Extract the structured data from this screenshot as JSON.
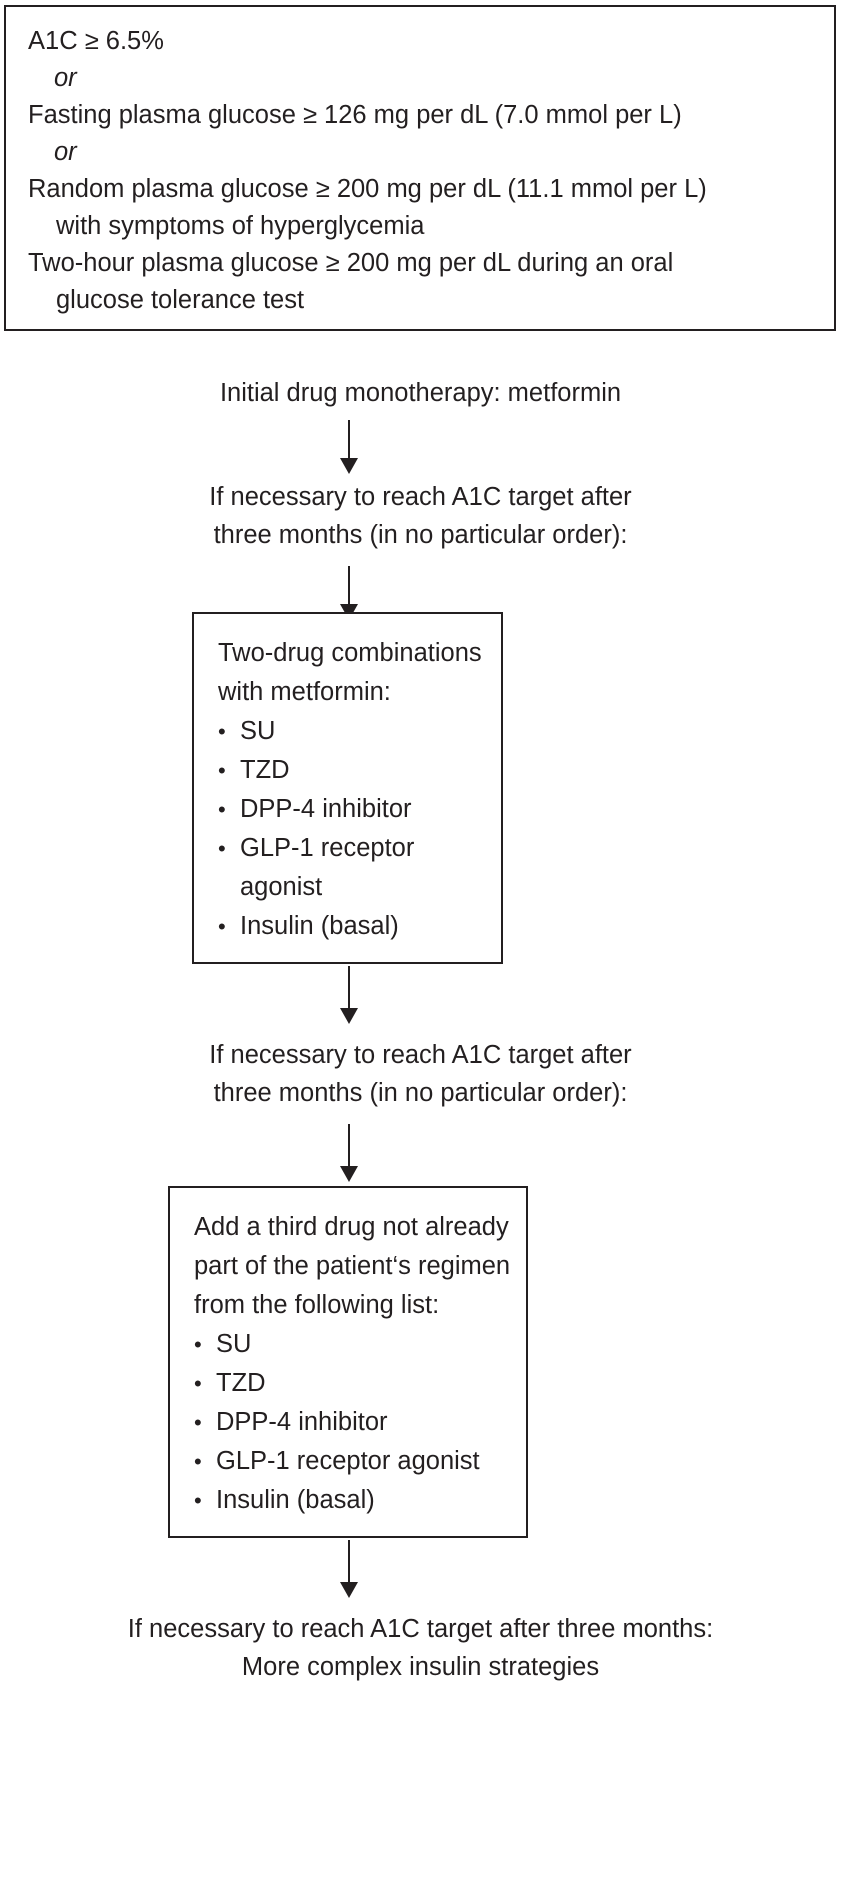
{
  "figure": {
    "type": "clinical-flowchart",
    "title_absent": true
  },
  "criteria_box": {
    "lines": [
      {
        "kind": "criterion",
        "text": "A1C ≥ 6.5%"
      },
      {
        "kind": "or",
        "text": "or"
      },
      {
        "kind": "criterion",
        "text": "Fasting plasma glucose ≥ 126 mg per dL (7.0 mmol per L)"
      },
      {
        "kind": "or",
        "text": "or"
      },
      {
        "kind": "criterion",
        "text": "Random plasma glucose ≥ 200 mg per dL (11.1 mmol per L)"
      },
      {
        "kind": "continuation",
        "text": "with symptoms of hyperglycemia"
      },
      {
        "kind": "criterion",
        "text": "Two-hour plasma glucose ≥ 200 mg per dL during an oral"
      },
      {
        "kind": "continuation",
        "text": "glucose tolerance test"
      }
    ]
  },
  "steps": {
    "monotherapy": "Initial drug monotherapy: metformin",
    "reassess_1_line1": "If necessary to reach A1C target after",
    "reassess_1_line2": "three months (in no particular order):",
    "reassess_2_line1": "If necessary to reach A1C target after",
    "reassess_2_line2": "three months (in no particular order):",
    "final_line1": "If necessary to reach A1C target after three months:",
    "final_line2": "More complex insulin strategies"
  },
  "two_drug_box": {
    "heading_line1": "Two-drug combinations",
    "heading_line2": "with metformin:",
    "items": [
      "SU",
      "TZD",
      "DPP-4 inhibitor",
      "GLP-1 receptor agonist",
      "Insulin (basal)"
    ]
  },
  "three_drug_box": {
    "heading_line1": "Add a third drug not already",
    "heading_line2": "part of the patient‘s regimen",
    "heading_line3": "from the following list:",
    "items": [
      "SU",
      "TZD",
      "DPP-4 inhibitor",
      "GLP-1 receptor agonist",
      "Insulin (basal)"
    ]
  },
  "colors": {
    "ink": "#231f20",
    "background": "#ffffff"
  }
}
